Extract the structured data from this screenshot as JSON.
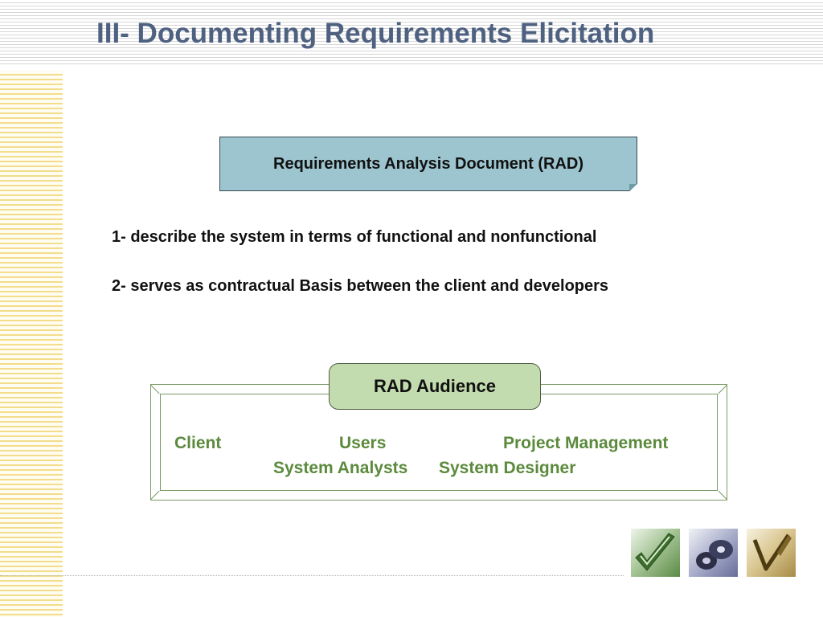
{
  "slide": {
    "title": "III- Documenting Requirements Elicitation"
  },
  "rad_box": {
    "label": "Requirements Analysis Document (RAD)"
  },
  "points": [
    "1- describe the system in terms of functional and nonfunctional",
    "2- serves as contractual Basis between the client and developers"
  ],
  "audience": {
    "title": "RAD Audience",
    "members": [
      "Client",
      "Users",
      "Project Management",
      "System Analysts",
      "System Designer"
    ]
  },
  "decor": {
    "title_color": "#4e6180",
    "rad_box_color": "#9dc5cf",
    "audience_tab_color": "#c3dcaf",
    "audience_text_color": "#5b8a3c",
    "thumbnails": [
      "checkmark-icon",
      "disc-icon",
      "pen-icon"
    ]
  }
}
